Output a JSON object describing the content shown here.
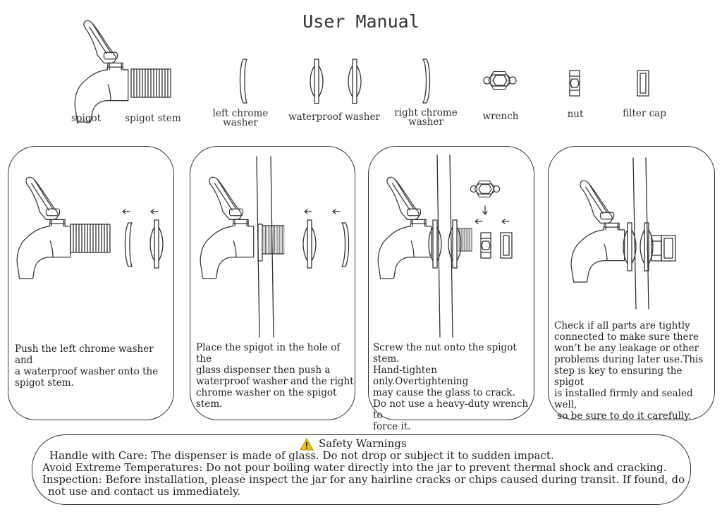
{
  "header": {
    "title": "User Manual"
  },
  "parts": {
    "spigot": "spigot",
    "spigot_stem": "spigot stem",
    "left_chrome_washer": [
      "left chrome",
      "washer"
    ],
    "waterproof_washer": "waterproof washer",
    "right_chrome_washer": [
      "right chrome",
      "washer"
    ],
    "wrench": "wrench",
    "nut": "nut",
    "filter_cap": "filter cap"
  },
  "steps": [
    {
      "lines": [
        "Push the left chrome washer and",
        "a waterproof washer onto the",
        "spigot stem."
      ]
    },
    {
      "lines": [
        "Place the spigot in the hole of the",
        "glass dispenser then push a",
        "waterproof washer and the right",
        "chrome washer on the spigot",
        "stem."
      ]
    },
    {
      "lines": [
        "Screw the nut onto the spigot stem.",
        "Hand-tighten only.Overtightening",
        "may cause the glass to crack.",
        "Do not use a heavy-duty wrench to",
        "force it."
      ]
    },
    {
      "lines": [
        "Check if all parts are tightly",
        "connected to make sure there",
        "won’t be any leakage or other",
        "problems during later use.This",
        "step is key to ensuring the spigot",
        "is installed firmly and sealed well,",
        " so be sure to do it carefully."
      ]
    }
  ],
  "safety": {
    "icon": "warning-triangle-icon",
    "heading": "Safety Warnings",
    "lines": [
      "Handle with Care: The dispenser is made of glass. Do not drop or subject it to sudden impact.",
      "Avoid Extreme Temperatures: Do not pour boiling water directly into the jar to prevent thermal shock and cracking.",
      "Inspection: Before installation, please inspect the jar for any hairline cracks or chips caused during transit. If found, do",
      "not use and contact us immediately."
    ]
  }
}
